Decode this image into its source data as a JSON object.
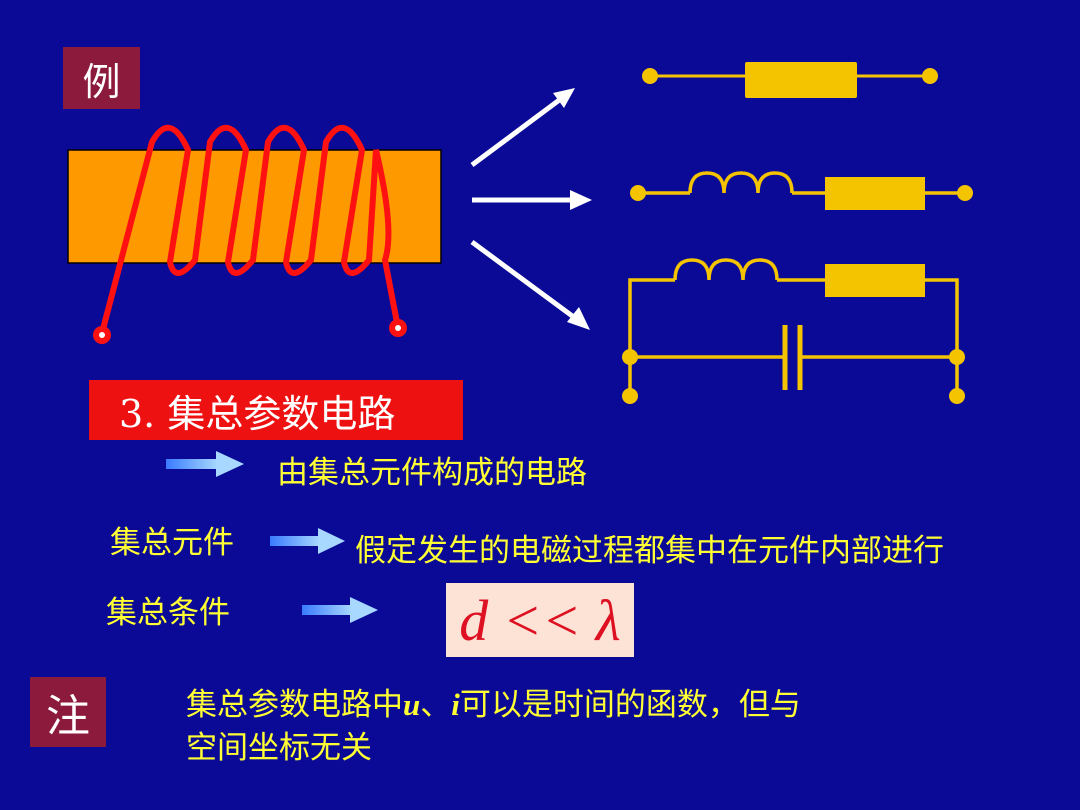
{
  "example_label": "例",
  "section_title": "3. 集总参数电路",
  "definition": "由集总元件构成的电路",
  "lumped_element_label": "集总元件",
  "lumped_element_desc": "假定发生的电磁过程都集中在元件内部进行",
  "lumped_condition_label": "集总条件",
  "formula": "d << λ",
  "note_label": "注",
  "note_line1_a": "集总参数电路中",
  "note_line1_u": "u",
  "note_line1_sep": "、",
  "note_line1_i": "i",
  "note_line1_b": "可以是时间的函数，但与",
  "note_line2": "空间坐标无关",
  "colors": {
    "background": "#0a0a96",
    "label_box": "#8c1a3c",
    "text_yellow": "#ffff33",
    "banner_red": "#ee1111",
    "core_orange": "#ff9900",
    "coil_red": "#ff1111",
    "circuit_gold": "#f5c400",
    "arrow_blue": "#66aaff"
  }
}
